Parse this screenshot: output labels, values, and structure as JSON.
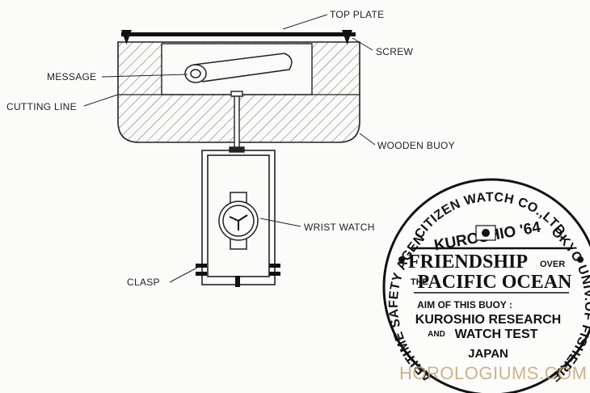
{
  "labels": {
    "top_plate": "TOP PLATE",
    "screw": "SCREW",
    "message": "MESSAGE",
    "cutting_line": "CUTTING LINE",
    "wooden_buoy": "WOODEN BUOY",
    "wrist_watch": "WRIST WATCH",
    "clasp": "CLASP"
  },
  "plate": {
    "arc_top": "CITIZEN WATCH CO.,LTD.",
    "arc_left": "MARITIME SAFETY AGENCY",
    "arc_right": "TOKYO UNIV.OF FISHERIES",
    "kuroshio": "KUROSHIO '64",
    "friendship": "FRIENDSHIP",
    "over": "OVER",
    "the": "THE",
    "pacific_ocean": "PACIFIC OCEAN",
    "aim": "AIM OF THIS BUOY :",
    "kuroshio_research": "KUROSHIO RESEARCH",
    "and": "AND",
    "watch_test": "WATCH TEST",
    "japan": "JAPAN"
  },
  "watermark": "HOROLOGIUMS.COM",
  "colors": {
    "ink": "#111111",
    "hatch": "#555555",
    "watermark": "#c9a577"
  }
}
